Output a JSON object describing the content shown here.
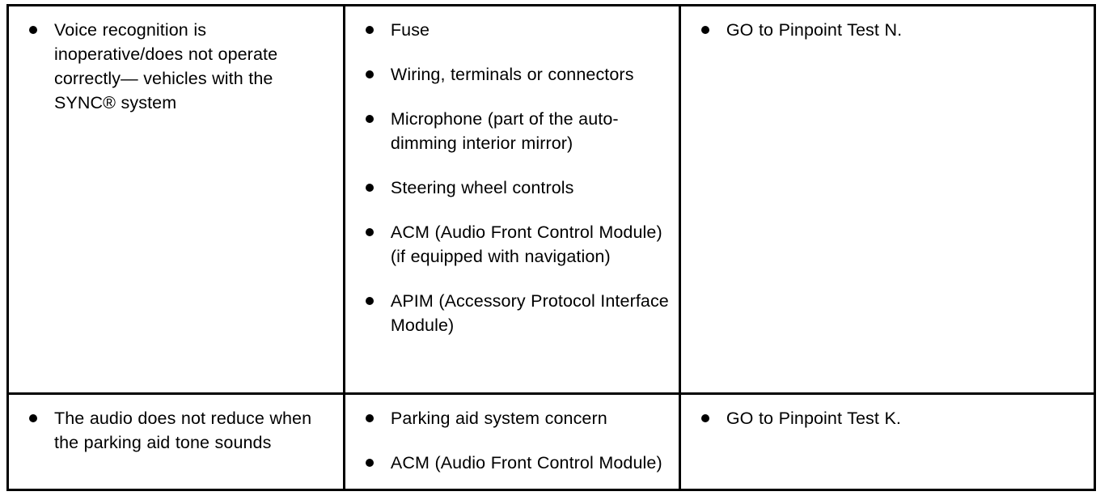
{
  "document": {
    "type": "symptom-chart-table",
    "colors": {
      "border": "#000000",
      "text": "#000000",
      "background": "#ffffff"
    },
    "columns": 3,
    "rows": [
      {
        "condition": [
          "Voice recognition is inoperative/does not operate correctly— vehicles with the SYNC® system"
        ],
        "possible_sources": [
          "Fuse",
          "Wiring, terminals or connectors",
          "Microphone (part of the auto-dimming interior mirror)",
          "Steering wheel controls",
          "ACM (Audio Front Control Module) (if equipped with navigation)",
          "APIM (Accessory Protocol Interface Module)"
        ],
        "actions": [
          "GO to Pinpoint Test N."
        ]
      },
      {
        "condition": [
          "The audio does not reduce when the parking aid tone sounds"
        ],
        "possible_sources": [
          "Parking aid system concern",
          "ACM (Audio Front Control Module)"
        ],
        "actions": [
          "GO to Pinpoint Test K."
        ]
      }
    ]
  }
}
